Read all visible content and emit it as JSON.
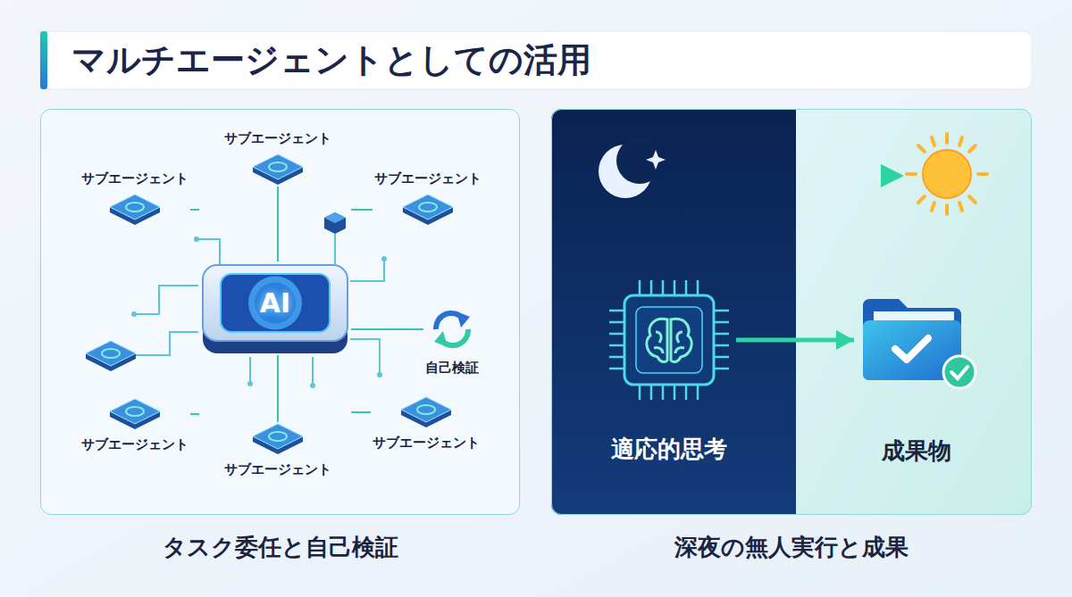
{
  "diagram": {
    "title": "マルチエージェントとしての活用",
    "nodes": [
      {
        "text": [
          "タスク委任と自己検証"
        ]
      },
      {
        "text": [
          "AI"
        ],
        "in": 0
      },
      {
        "text": [
          "サブエージェント"
        ],
        "in": 0
      },
      {
        "text": [
          "サブエージェント"
        ],
        "in": 0
      },
      {
        "text": [
          "サブエージェント"
        ],
        "in": 0
      },
      {
        "text": [
          "自己検証"
        ],
        "in": 0
      },
      {
        "text": [
          "サブエージェント"
        ],
        "in": 0
      },
      {
        "text": [
          "サブエージェント"
        ],
        "in": 0
      },
      {
        "text": [
          "サブエージェント"
        ],
        "in": 0
      },
      {
        "text": [
          "深夜の無人実行と成果"
        ]
      },
      {
        "text": [
          "適応的思考"
        ],
        "in": 9
      },
      {
        "text": [
          "成果物"
        ],
        "in": 9
      }
    ],
    "edges": [
      {
        "from": 1,
        "to": 2,
        "arrow": "none"
      },
      {
        "from": 1,
        "to": 3,
        "arrow": "none"
      },
      {
        "from": 1,
        "to": 4,
        "arrow": "none"
      },
      {
        "from": 1,
        "to": 5,
        "arrow": "none"
      },
      {
        "from": 1,
        "to": 6,
        "arrow": "none"
      },
      {
        "from": 1,
        "to": 7,
        "arrow": "none"
      },
      {
        "from": 1,
        "to": 8,
        "arrow": "none"
      },
      {
        "from": 10,
        "to": 11,
        "arrow": "to"
      }
    ]
  }
}
